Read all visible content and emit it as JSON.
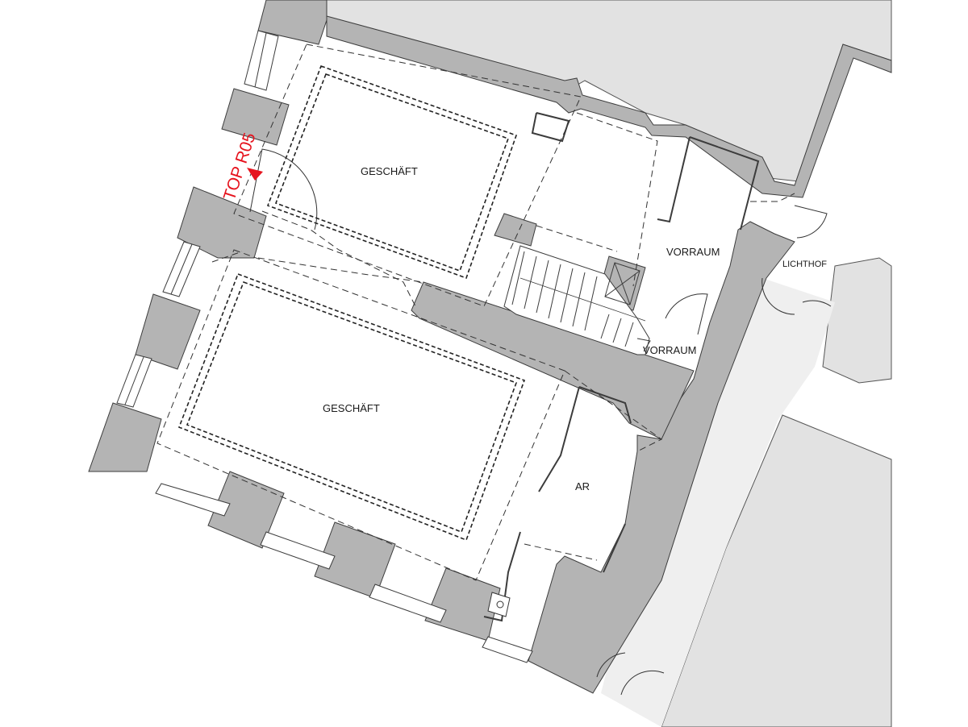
{
  "plan": {
    "unit_label": "TOP R05",
    "rooms": [
      {
        "id": "geschaeft_upper",
        "label": "GESCHÄFT"
      },
      {
        "id": "geschaeft_lower",
        "label": "GESCHÄFT"
      },
      {
        "id": "vorraum_upper",
        "label": "VORRAUM"
      },
      {
        "id": "vorraum_lower",
        "label": "VORRAUM"
      },
      {
        "id": "lichthof",
        "label": "LICHTHOF"
      },
      {
        "id": "ar",
        "label": "AR"
      }
    ]
  },
  "colors": {
    "wall": "#b4b4b4",
    "neighbor": "#e2e2e2",
    "courtyard": "#efefef",
    "line": "#333333",
    "marker": "#e6141e"
  }
}
